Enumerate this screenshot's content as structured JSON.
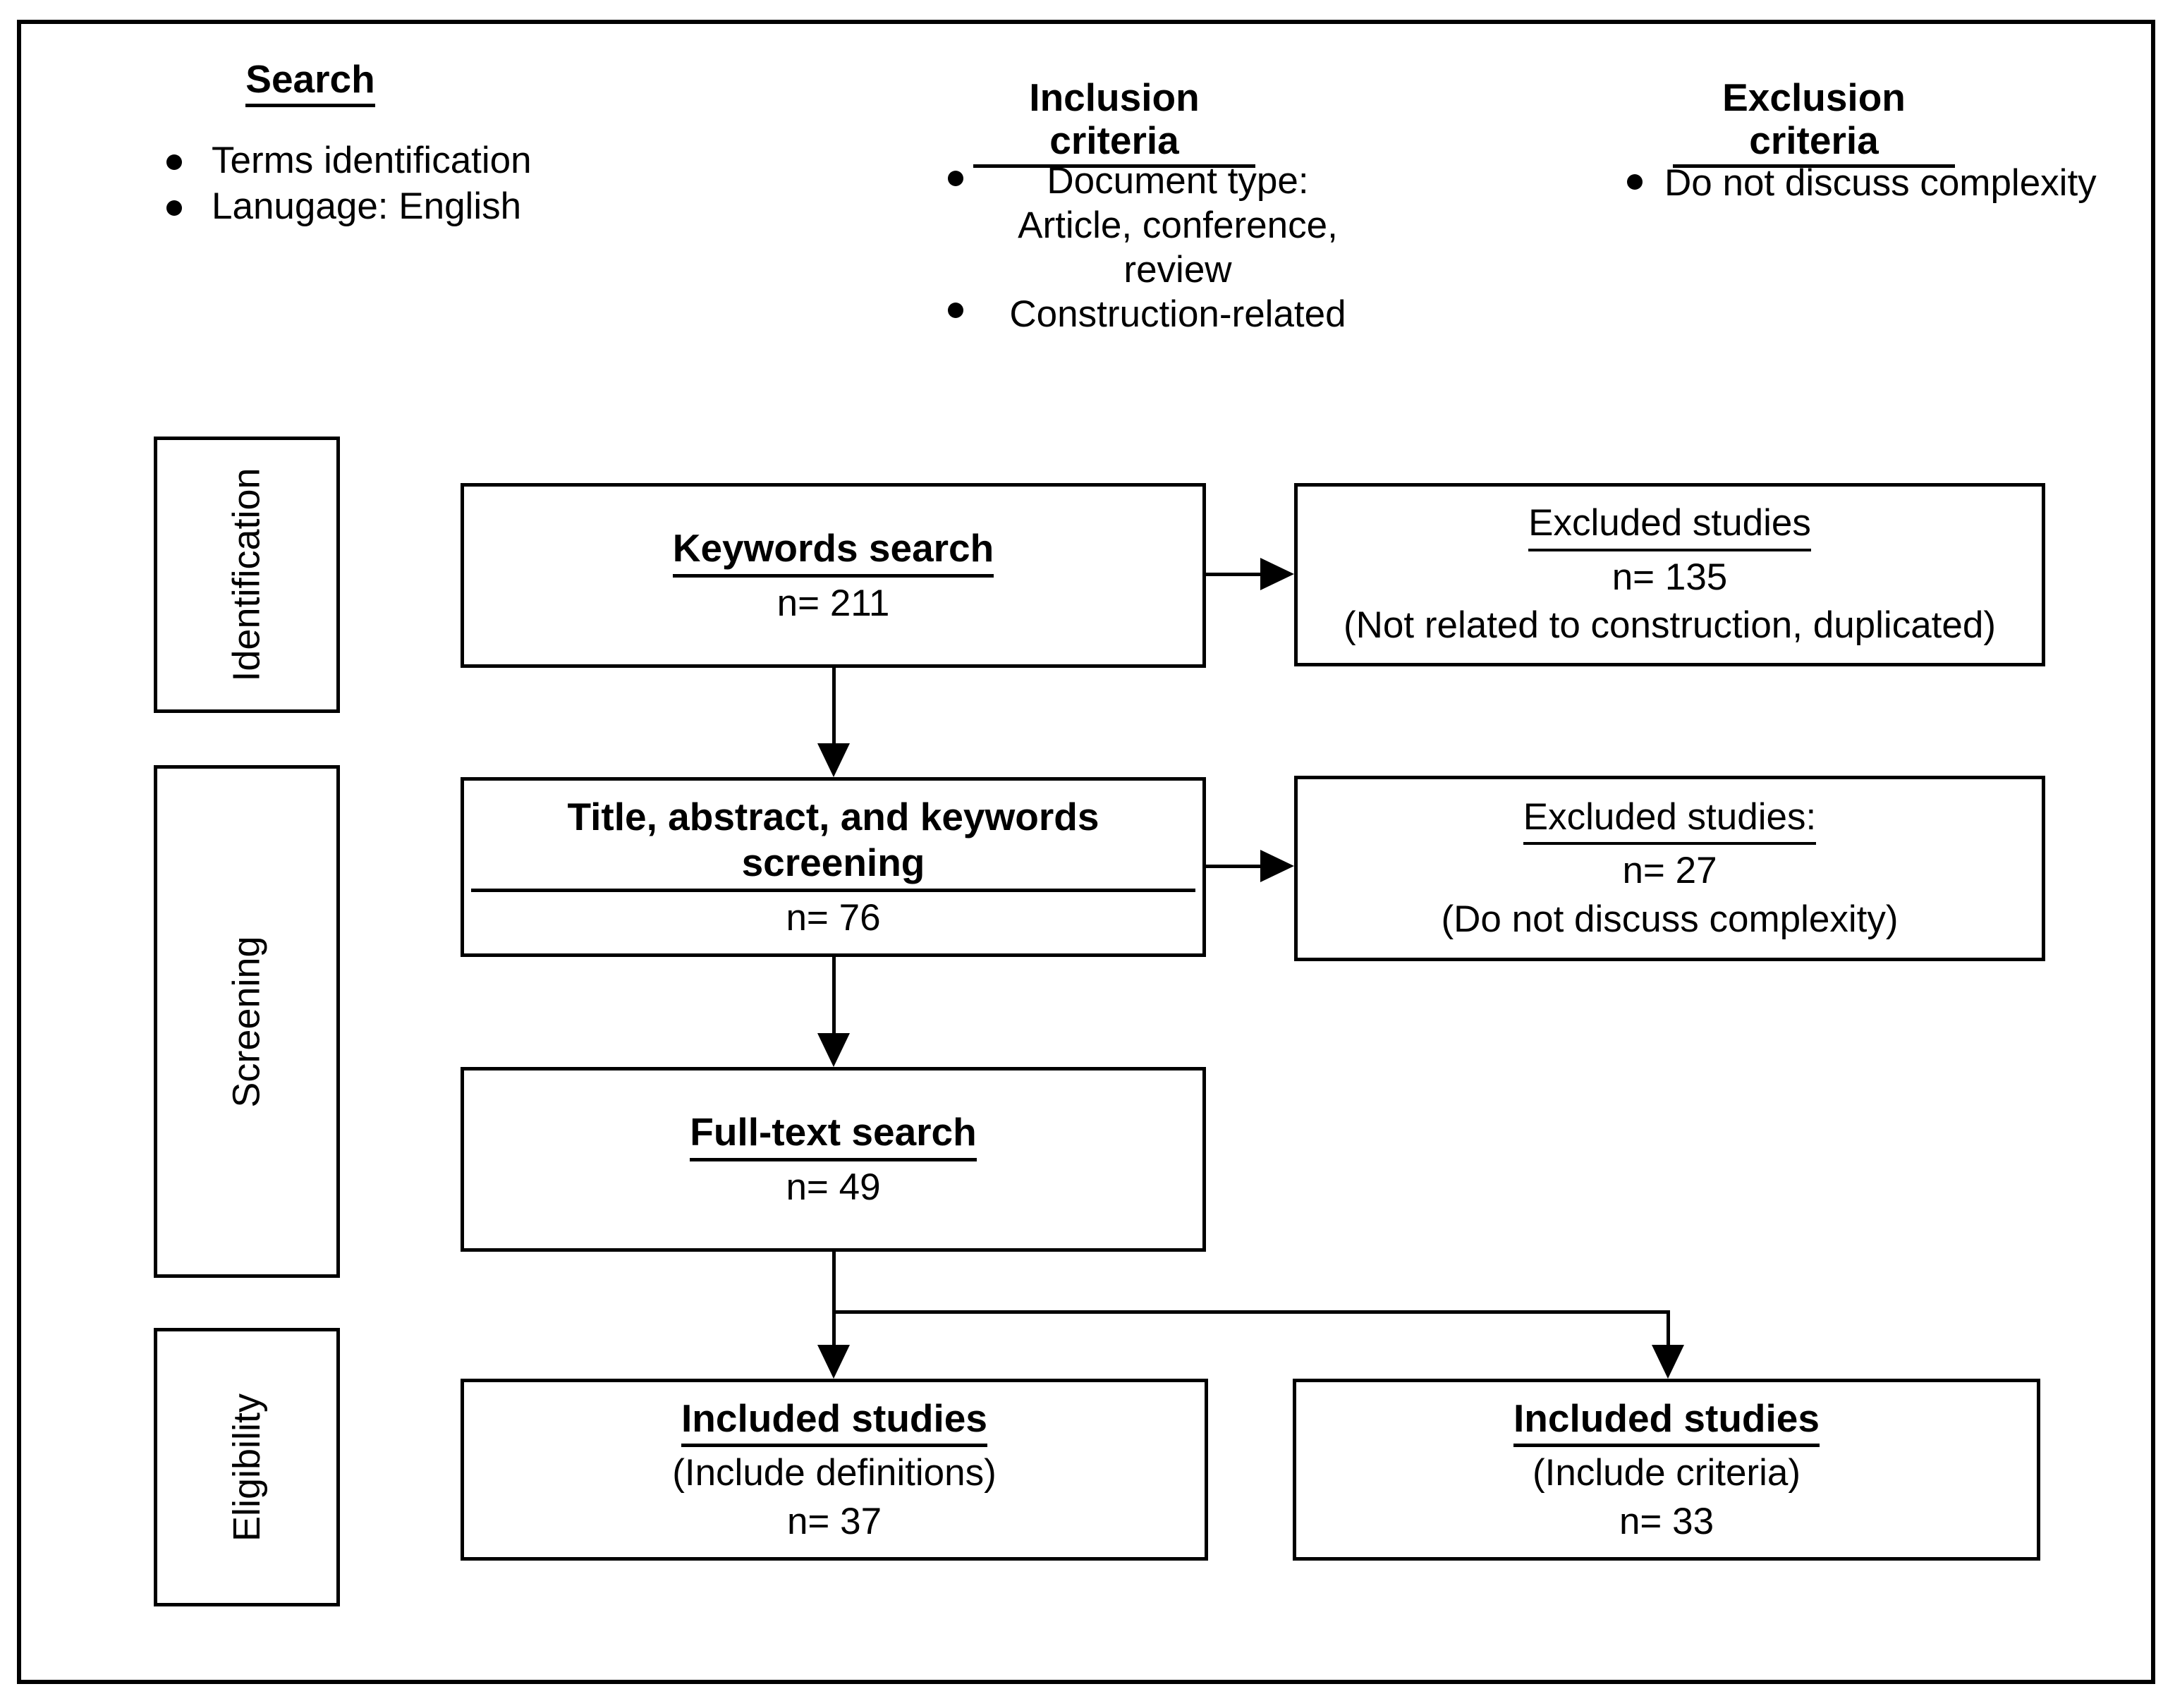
{
  "header": {
    "search": {
      "title": "Search",
      "bullets": [
        "Terms identification",
        "Lanugage: English"
      ]
    },
    "inclusion": {
      "title": "Inclusion criteria",
      "bullet1_lines": [
        "Document type:",
        "Article, conference,",
        "review"
      ],
      "bullet2": "Construction-related"
    },
    "exclusion": {
      "title": "Exclusion criteria",
      "bullets": [
        "Do not discuss complexity"
      ]
    }
  },
  "stages": {
    "identification": "Identification",
    "screening": "Screening",
    "eligibility": "Eligibility"
  },
  "flow": {
    "keywords": {
      "title": "Keywords search",
      "count": "n= 211"
    },
    "excluded_identification": {
      "title": "Excluded studies",
      "count": "n= 135",
      "reason": "(Not related to construction, duplicated)"
    },
    "title_abstract_screening": {
      "title": "Title, abstract, and keywords screening",
      "count": "n= 76"
    },
    "excluded_screening": {
      "title": "Excluded studies:",
      "count": "n= 27",
      "reason": "(Do not discuss complexity)"
    },
    "full_text": {
      "title": "Full-text search",
      "count": "n= 49"
    },
    "included_definitions": {
      "title": "Included studies",
      "subtitle": "(Include definitions)",
      "count": "n= 37"
    },
    "included_criteria": {
      "title": "Included studies",
      "subtitle": "(Include criteria)",
      "count": "n= 33"
    }
  }
}
